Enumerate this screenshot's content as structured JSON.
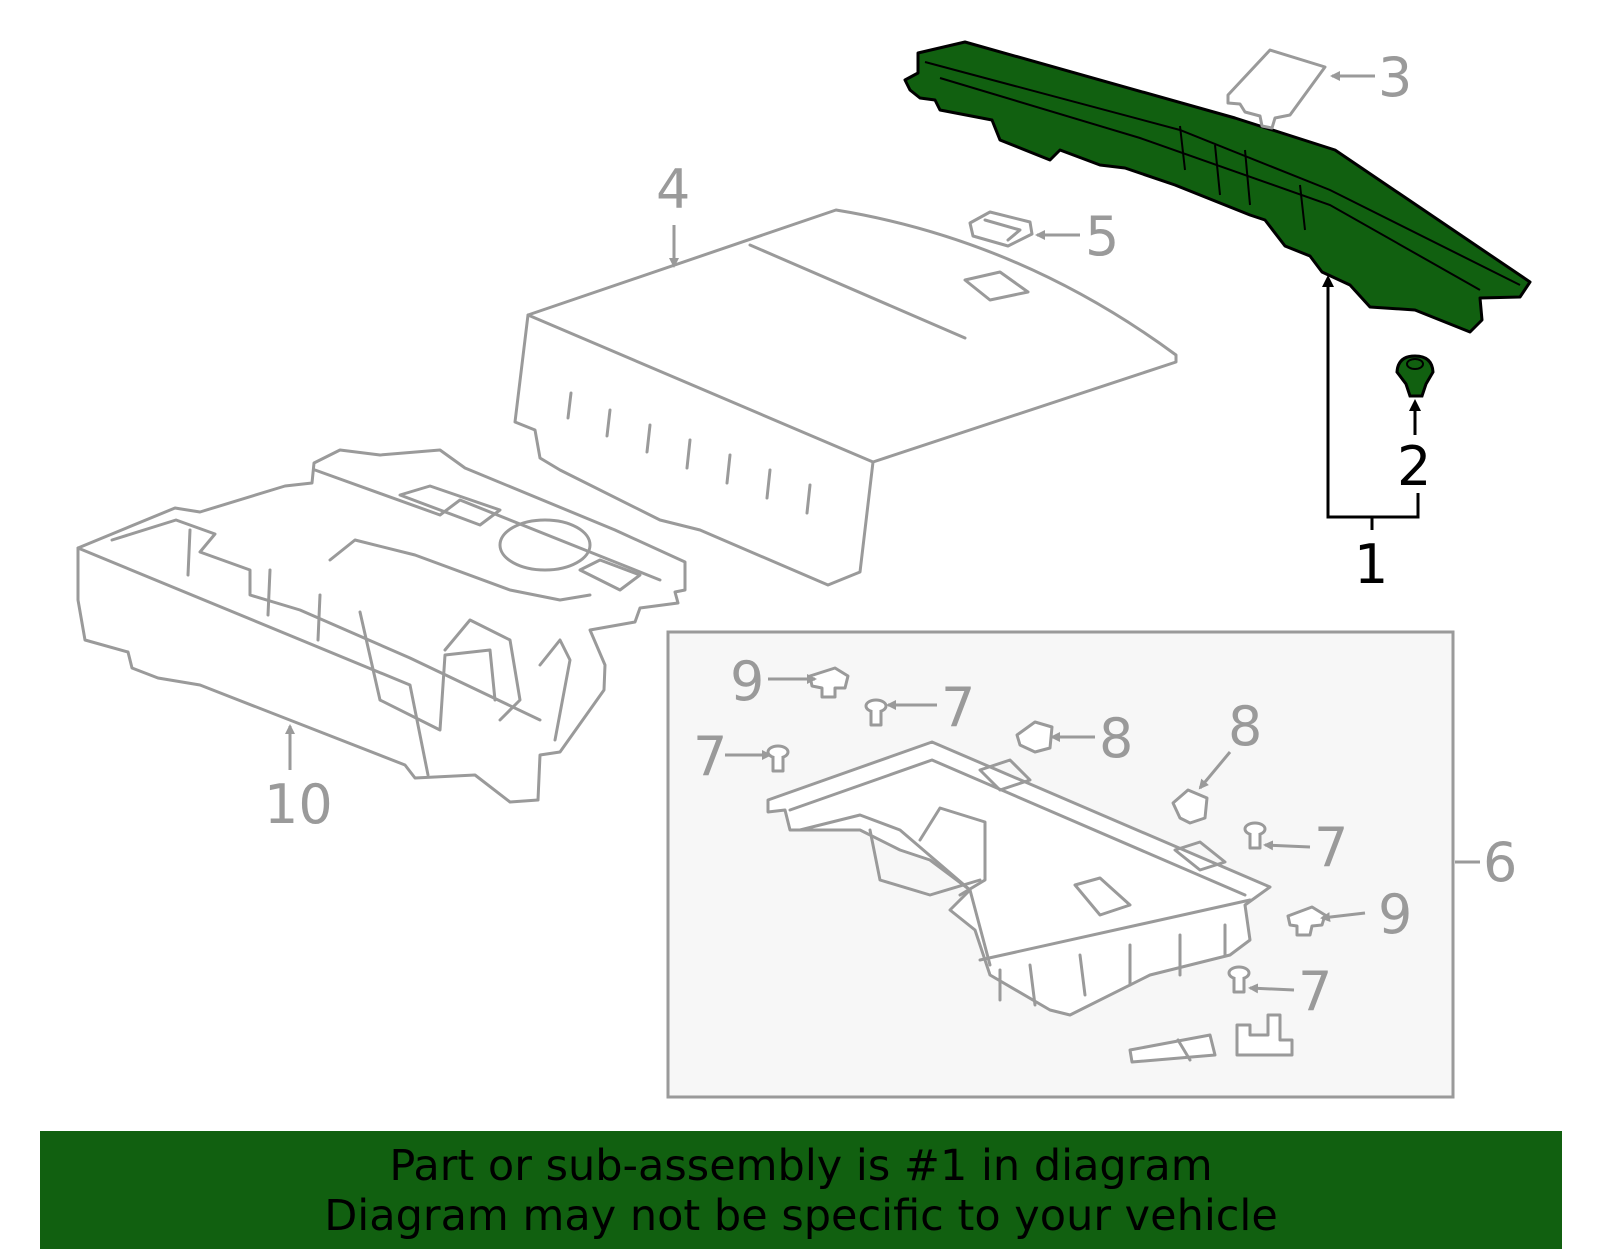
{
  "colors": {
    "highlight": "#116010",
    "outline": "#9a9a9a",
    "box_fill": "#f7f7f7",
    "banner_bg": "#116010"
  },
  "callouts": {
    "c1": "1",
    "c2": "2",
    "c3": "3",
    "c4": "4",
    "c5": "5",
    "c6": "6",
    "c7a": "7",
    "c7b": "7",
    "c7c": "7",
    "c7d": "7",
    "c8a": "8",
    "c8b": "8",
    "c9a": "9",
    "c9b": "9",
    "c10": "10"
  },
  "banner": {
    "line1": "Part or sub-assembly is #1 in diagram",
    "line2": "Diagram may not be specific to your vehicle"
  }
}
